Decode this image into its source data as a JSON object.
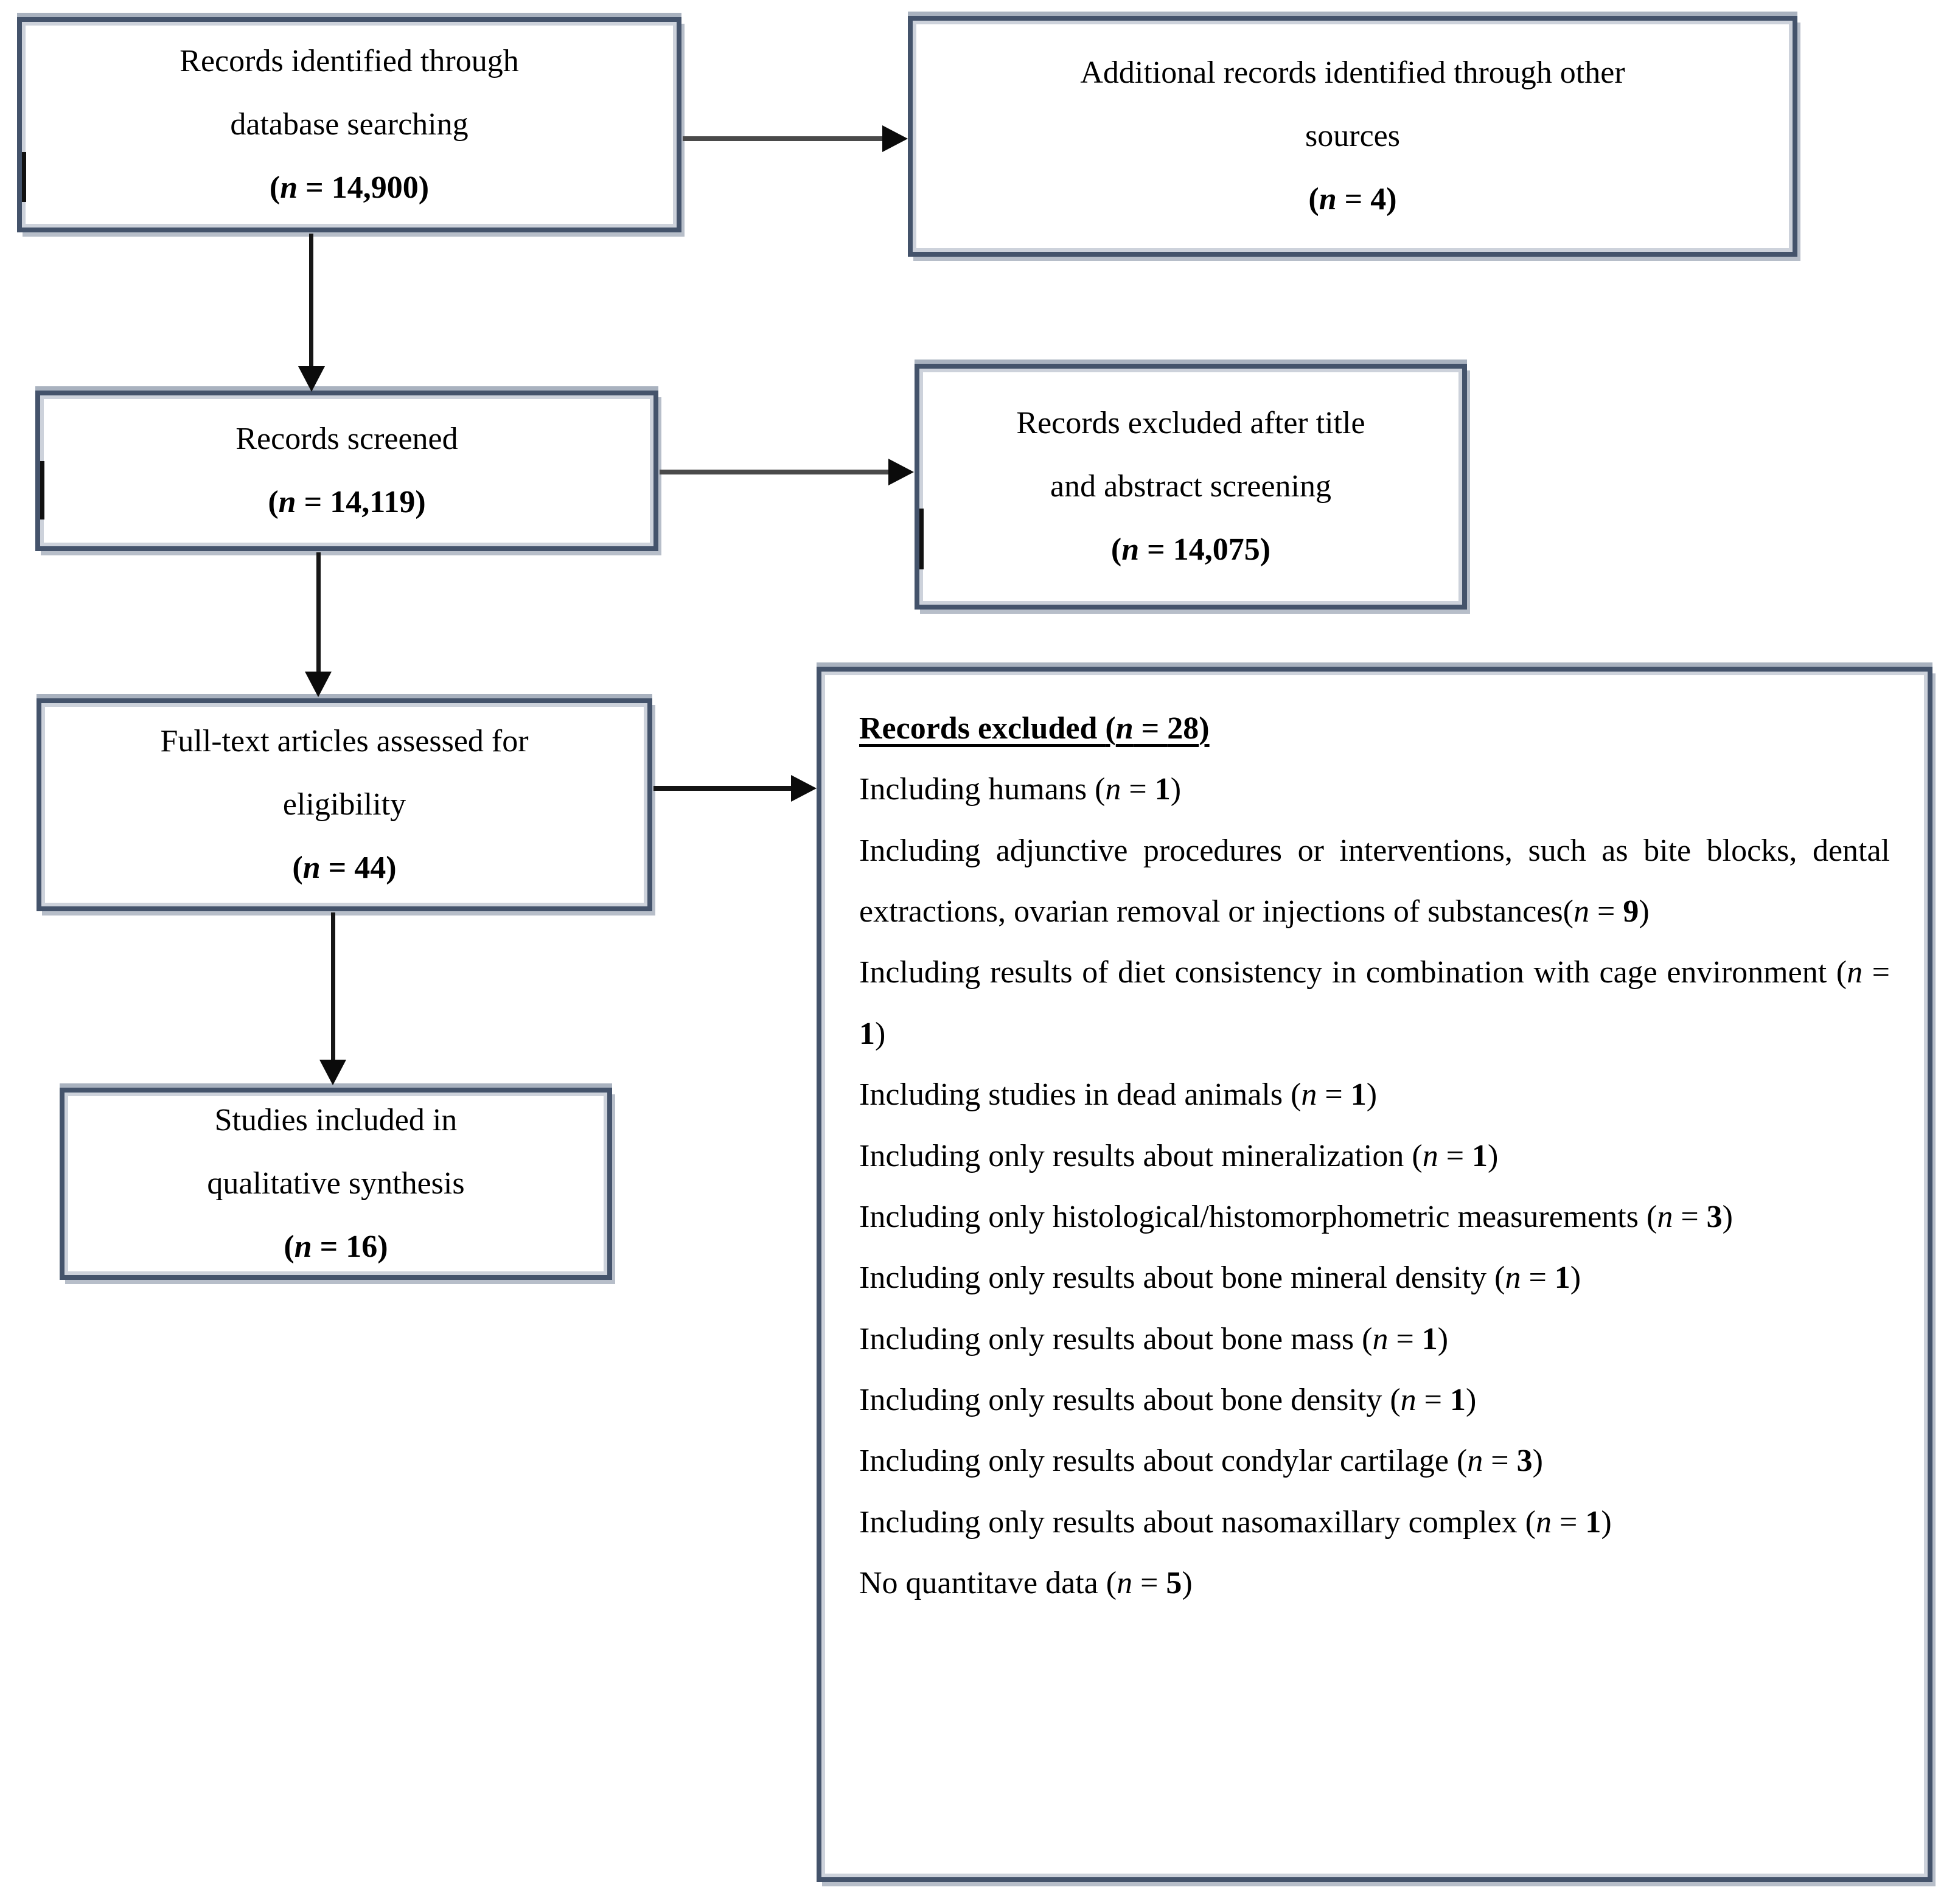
{
  "fmt": {
    "open": "(",
    "n": "n",
    "eq": " = ",
    "close": ")"
  },
  "colors": {
    "box_border": "#44536b",
    "box_inner_rim": "#cdd2db",
    "arrow": "#0b0b0b",
    "text": "#000000"
  },
  "flow": {
    "identified": {
      "lines": [
        "Records identified through",
        "database searching"
      ],
      "count": "14,900"
    },
    "additional": {
      "lines": [
        "Additional records identified through other",
        "sources"
      ],
      "count": "4"
    },
    "screened": {
      "lines": [
        "Records screened"
      ],
      "count": "14,119"
    },
    "excluded_title_abstract": {
      "lines": [
        "Records excluded after title",
        "and abstract screening"
      ],
      "count": "14,075"
    },
    "fulltext": {
      "lines": [
        "Full-text articles assessed for",
        "eligibility"
      ],
      "count": "44"
    },
    "included": {
      "lines": [
        "Studies included in",
        "qualitative synthesis"
      ],
      "count": "16"
    },
    "excluded_detail": {
      "heading": {
        "text": "Records excluded ",
        "count": "28"
      },
      "items": [
        {
          "text": "Including humans ",
          "count": "1"
        },
        {
          "text": "Including adjunctive procedures or interventions, such as bite blocks, dental extractions, ovarian removal or injections of substances",
          "count": "9"
        },
        {
          "text": "Including results of diet consistency in combination with cage environment ",
          "count": "1"
        },
        {
          "text": "Including studies in dead animals ",
          "count": "1"
        },
        {
          "text": "Including only results about mineralization ",
          "count": "1"
        },
        {
          "text": "Including only histological/histomorphometric measurements ",
          "count": "3"
        },
        {
          "text": "Including only results about bone mineral density ",
          "count": "1"
        },
        {
          "text": "Including only results about bone mass ",
          "count": "1"
        },
        {
          "text": "Including only results about bone density ",
          "count": "1"
        },
        {
          "text": "Including only results about condylar cartilage ",
          "count": "3"
        },
        {
          "text": "Including only results about nasomaxillary complex ",
          "count": "1"
        },
        {
          "text": "No quantitave data ",
          "count": "5"
        }
      ]
    }
  }
}
